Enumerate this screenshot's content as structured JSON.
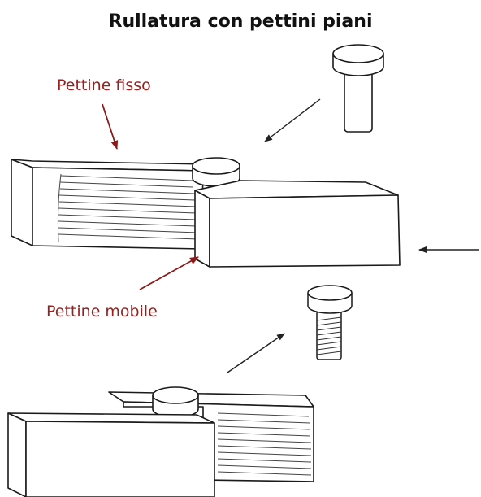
{
  "title": "Rullatura con pettini piani",
  "labels": {
    "fixed_die": "Pettine fisso",
    "moving_die": "Pettine mobile"
  },
  "colors": {
    "label": "#9a1f1f",
    "line": "#1a1a1a",
    "arrow": "#333333"
  }
}
